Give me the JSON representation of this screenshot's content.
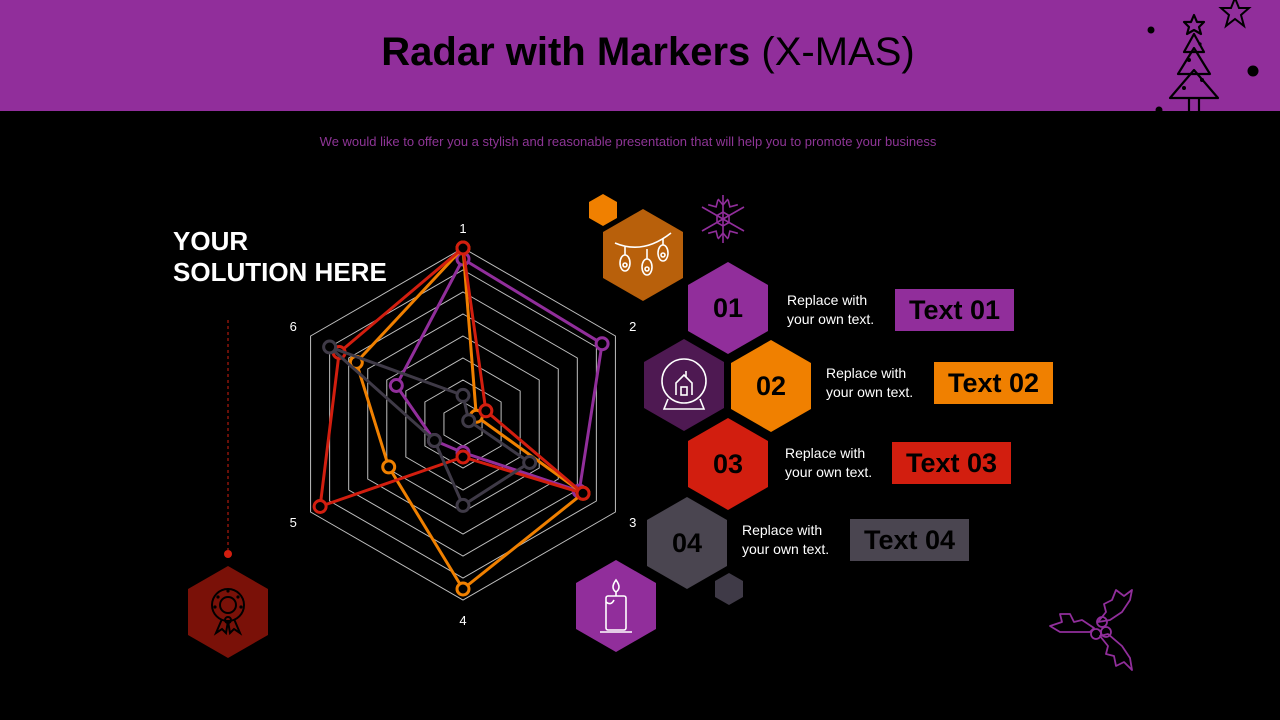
{
  "header": {
    "title_bold": "Radar with Markers",
    "title_rest": "(X-MAS)",
    "subtitle": "We would like to offer you a stylish and reasonable presentation that will help you to promote your business"
  },
  "heading": {
    "line1": "YOUR",
    "line2": "SOLUTION HERE"
  },
  "colors": {
    "header_bg": "#912E9B",
    "purple": "#912E9B",
    "orange": "#F08000",
    "red": "#D21E0F",
    "gray": "#3F3A47"
  },
  "chart_data": {
    "type": "radar",
    "categories": [
      "1",
      "2",
      "3",
      "4",
      "5",
      "6"
    ],
    "rmax": 8,
    "rings": 8,
    "series": [
      {
        "color": "#912E9B",
        "values": [
          7.5,
          7.3,
          6.1,
          1.3,
          1.5,
          3.5
        ]
      },
      {
        "color": "#F08000",
        "values": [
          8.0,
          0.7,
          6.3,
          7.5,
          3.9,
          5.6
        ]
      },
      {
        "color": "#D21E0F",
        "values": [
          8.0,
          1.2,
          6.3,
          1.5,
          7.5,
          6.5
        ]
      },
      {
        "color": "#3F3A47",
        "values": [
          1.3,
          0.3,
          3.5,
          3.7,
          1.5,
          7.0
        ]
      }
    ]
  },
  "items": [
    {
      "num": "01",
      "desc_line1": "Replace with",
      "desc_line2": "your own text.",
      "tag": "Text 01",
      "color": "#912E9B"
    },
    {
      "num": "02",
      "desc_line1": "Replace with",
      "desc_line2": "your own text.",
      "tag": "Text 02",
      "color": "#F08000"
    },
    {
      "num": "03",
      "desc_line1": "Replace with",
      "desc_line2": "your own text.",
      "tag": "Text 03",
      "color": "#D21E0F"
    },
    {
      "num": "04",
      "desc_line1": "Replace with",
      "desc_line2": "your own text.",
      "tag": "Text 04",
      "color": "#4A4550"
    }
  ],
  "icons": {
    "tree": "christmas-tree-icon",
    "star": "star-icon",
    "lights": "christmas-lights-icon",
    "snowflake": "snowflake-icon",
    "snowglobe": "snow-globe-icon",
    "candle": "candle-icon",
    "wreath": "wreath-icon",
    "holly": "holly-icon"
  }
}
